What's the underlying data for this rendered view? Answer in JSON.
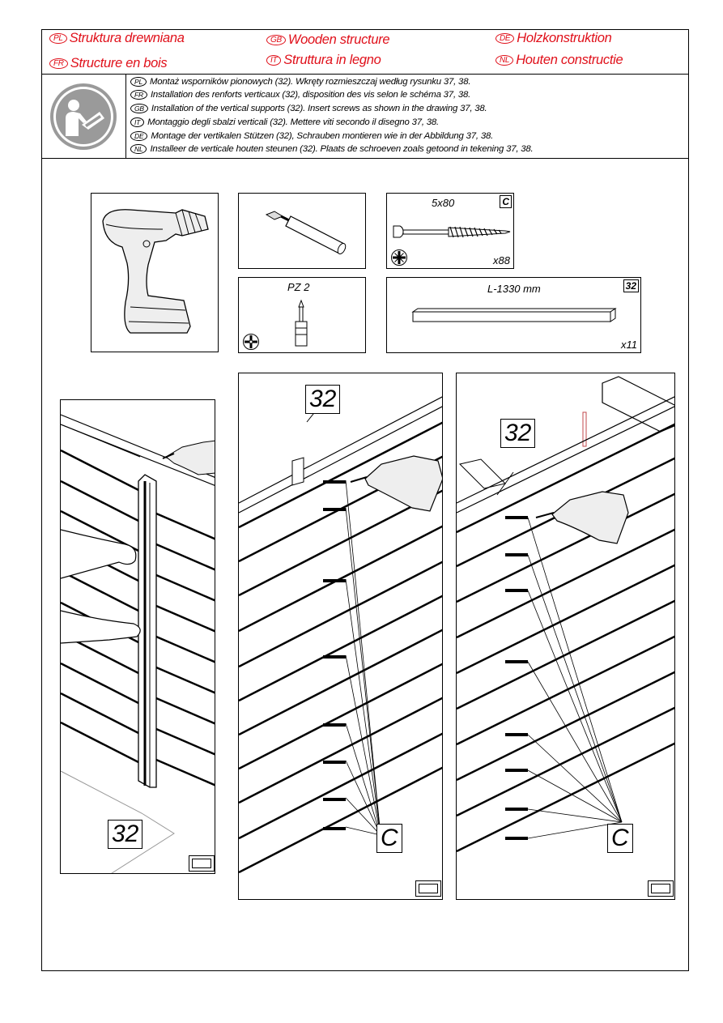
{
  "header": {
    "titles": [
      {
        "lang": "PL",
        "text": "Struktura drewniana"
      },
      {
        "lang": "GB",
        "text": "Wooden structure"
      },
      {
        "lang": "DE",
        "text": "Holzkonstruktion"
      },
      {
        "lang": "FR",
        "text": "Structure en bois"
      },
      {
        "lang": "IT",
        "text": "Struttura in legno"
      },
      {
        "lang": "NL",
        "text": "Houten constructie"
      }
    ]
  },
  "instructions": [
    {
      "lang": "PL",
      "text": "Montaż wsporników pionowych (32). Wkręty rozmieszczaj według rysunku 37, 38."
    },
    {
      "lang": "FR",
      "text": "Installation des renforts verticaux (32), disposition des vis selon le schéma 37, 38."
    },
    {
      "lang": "GB",
      "text": "Installation of the vertical supports (32). Insert screws as shown in the drawing 37, 38."
    },
    {
      "lang": "IT",
      "text": "Montaggio degli sbalzi verticali (32). Mettere viti secondo il disegno 37, 38."
    },
    {
      "lang": "DE",
      "text": "Montage der vertikalen Stützen (32), Schrauben montieren wie in der Abbildung 37, 38."
    },
    {
      "lang": "NL",
      "text": "Installeer de verticale houten steunen (32). Plaats de schroeven zoals getoond in tekening 37, 38."
    }
  ],
  "parts": {
    "screw": {
      "size": "5x80",
      "tag": "C",
      "qty": "x88"
    },
    "bit": {
      "label": "PZ 2"
    },
    "beam": {
      "length": "L-1330 mm",
      "tag": "32",
      "qty": "x11"
    }
  },
  "figures": {
    "left_callout": "32",
    "middle_callout_part": "32",
    "middle_callout_screw": "C",
    "right_callout_part": "32",
    "right_callout_screw": "C"
  },
  "icons": [
    "read-manual-icon",
    "drill-icon",
    "bit-holder-icon",
    "screw-icon",
    "phillips-head-icon",
    "pz-bit-icon",
    "pozidriv-head-icon",
    "beam-icon"
  ]
}
